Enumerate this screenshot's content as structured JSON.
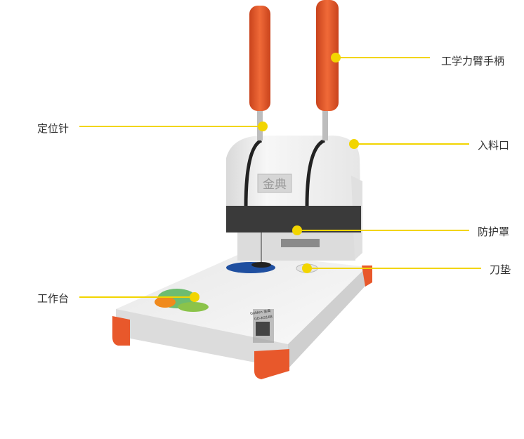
{
  "labels": {
    "handle": "工学力臂手柄",
    "locating_pin": "定位针",
    "feed_inlet": "入料口",
    "guard": "防护罩",
    "cutting_pad": "刀垫",
    "worktable": "工作台"
  },
  "product": {
    "front_badge": "金典",
    "brand": "Golden 金典",
    "model": "GD-N3168"
  },
  "colors": {
    "accent_yellow": "#f2d500",
    "handle_orange": "#e8582b",
    "body_white": "#f1f1f1",
    "guard_dark": "#3a3a3a"
  }
}
